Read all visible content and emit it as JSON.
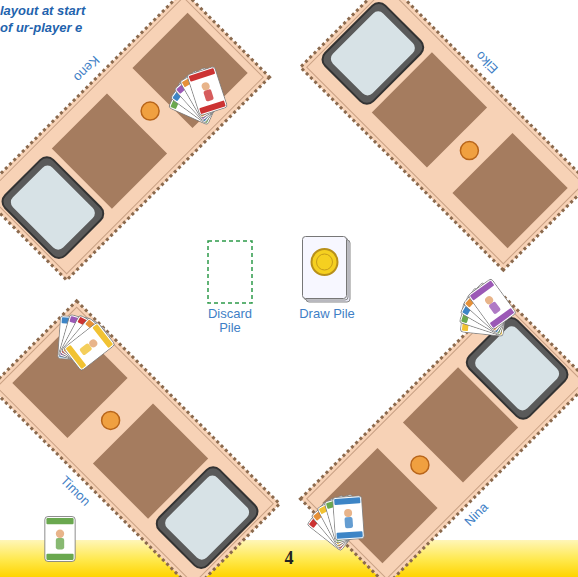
{
  "diagram": {
    "caption": "layout at start of ur-player e",
    "nodes": [
      {
        "text": [
          "Keno"
        ]
      },
      {
        "text": [
          "Eiko"
        ]
      },
      {
        "text": [
          "Discard Pile"
        ]
      },
      {
        "text": [
          "Draw Pile"
        ]
      },
      {
        "text": [
          "Timon"
        ]
      },
      {
        "text": [
          "Nina"
        ]
      }
    ],
    "labels": [
      "4"
    ]
  }
}
